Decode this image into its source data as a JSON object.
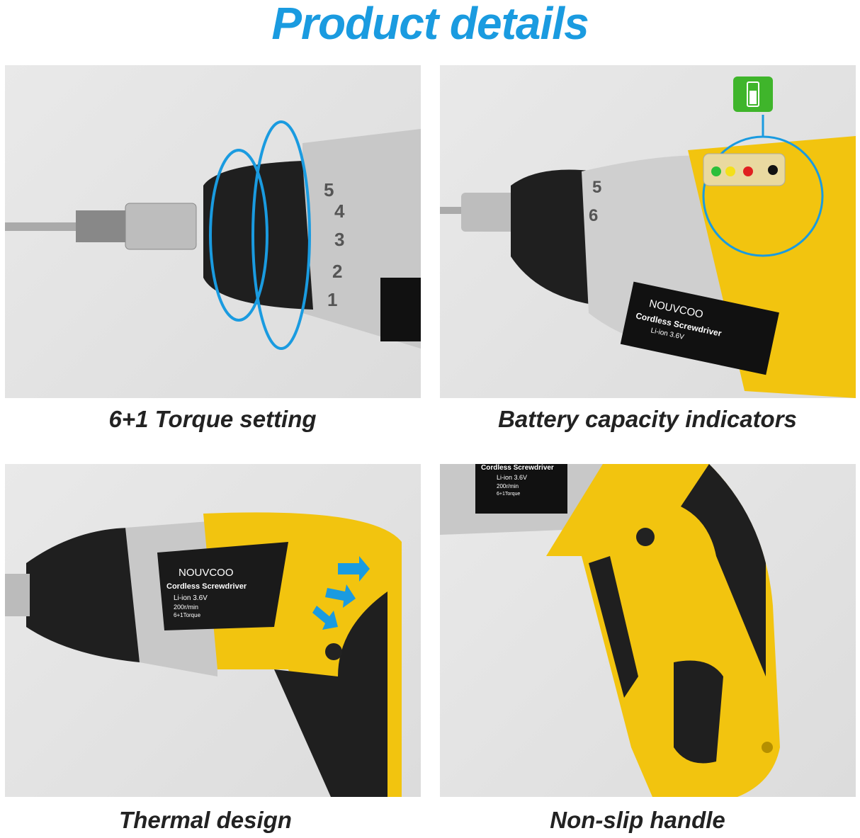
{
  "title": "Product details",
  "accent_color": "#1a9be0",
  "panels": [
    {
      "caption": "6+1 Torque setting",
      "dial_numbers": [
        "5",
        "4",
        "3",
        "2",
        "1"
      ]
    },
    {
      "caption": "Battery capacity indicators",
      "dial_numbers": [
        "6",
        "5"
      ],
      "icon": "battery-icon"
    },
    {
      "caption": "Thermal design"
    },
    {
      "caption": "Non-slip handle"
    }
  ],
  "label": {
    "brand": "NOUVCOO",
    "product": "Cordless Screwdriver",
    "voltage": "Li-ion 3.6V",
    "speed": "200r/min",
    "torque": "6+1Torque"
  }
}
